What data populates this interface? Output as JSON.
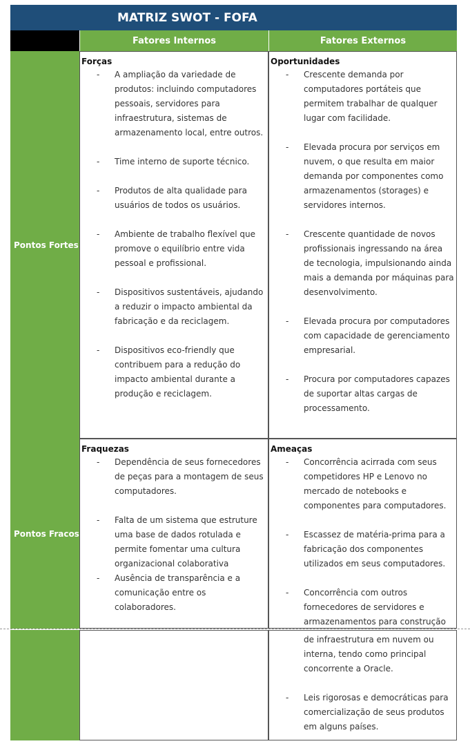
{
  "title": "MATRIZ SWOT - FOFA",
  "headers": {
    "internal": "Fatores Internos",
    "external": "Fatores Externos"
  },
  "rows": {
    "strong": "Pontos Fortes",
    "weak": "Pontos Fracos"
  },
  "forcas": {
    "title": "Forças",
    "items": [
      "A ampliação da variedade de produtos: incluindo computadores pessoais, servidores para infraestrutura, sistemas de armazenamento local, entre outros.",
      "Time interno de suporte técnico.",
      "Produtos de alta qualidade para usuários de todos os usuários.",
      " Ambiente de trabalho flexível que promove o equilíbrio entre vida pessoal e profissional.",
      "Dispositivos sustentáveis, ajudando a reduzir o impacto ambiental da fabricação e da reciclagem.",
      "Dispositivos eco-friendly que contribuem para a redução do impacto ambiental durante a produção e reciclagem."
    ]
  },
  "oportunidades": {
    "title": "Oportunidades",
    "items": [
      "Crescente demanda por computadores portáteis que permitem trabalhar de qualquer lugar com facilidade.",
      "Elevada procura por serviços em nuvem, o que resulta em maior demanda por componentes como armazenamentos (storages) e servidores internos.",
      "Crescente quantidade de novos profissionais ingressando na área de tecnologia, impulsionando ainda mais a demanda por máquinas para desenvolvimento.",
      "Elevada procura por computadores com capacidade de gerenciamento empresarial.",
      "Procura por computadores capazes de suportar altas cargas de processamento."
    ]
  },
  "fraquezas": {
    "title": "Fraquezas",
    "items": [
      "Dependência de seus fornecedores de peças para a montagem de seus computadores.",
      "Falta de um sistema  que estruture uma base de dados rotulada e permite fomentar uma cultura organizacional colaborativa",
      "Ausência de transparência e a comunicação entre os colaboradores."
    ]
  },
  "ameacas": {
    "title": "Ameaças",
    "items": [
      "Concorrência acirrada com seus competidores HP e Lenovo no mercado de notebooks e componentes para computadores.",
      "Escassez de matéria-prima para a fabricação dos componentes utilizados em seus computadores.",
      "Concorrência com outros fornecedores de servidores e armazenamentos para construção"
    ],
    "continued_text": "de infraestrutura em nuvem ou interna, tendo como principal concorrente a Oracle.",
    "continued_items": [
      "Leis rigorosas e democráticas para comercialização de seus produtos em alguns países."
    ]
  }
}
